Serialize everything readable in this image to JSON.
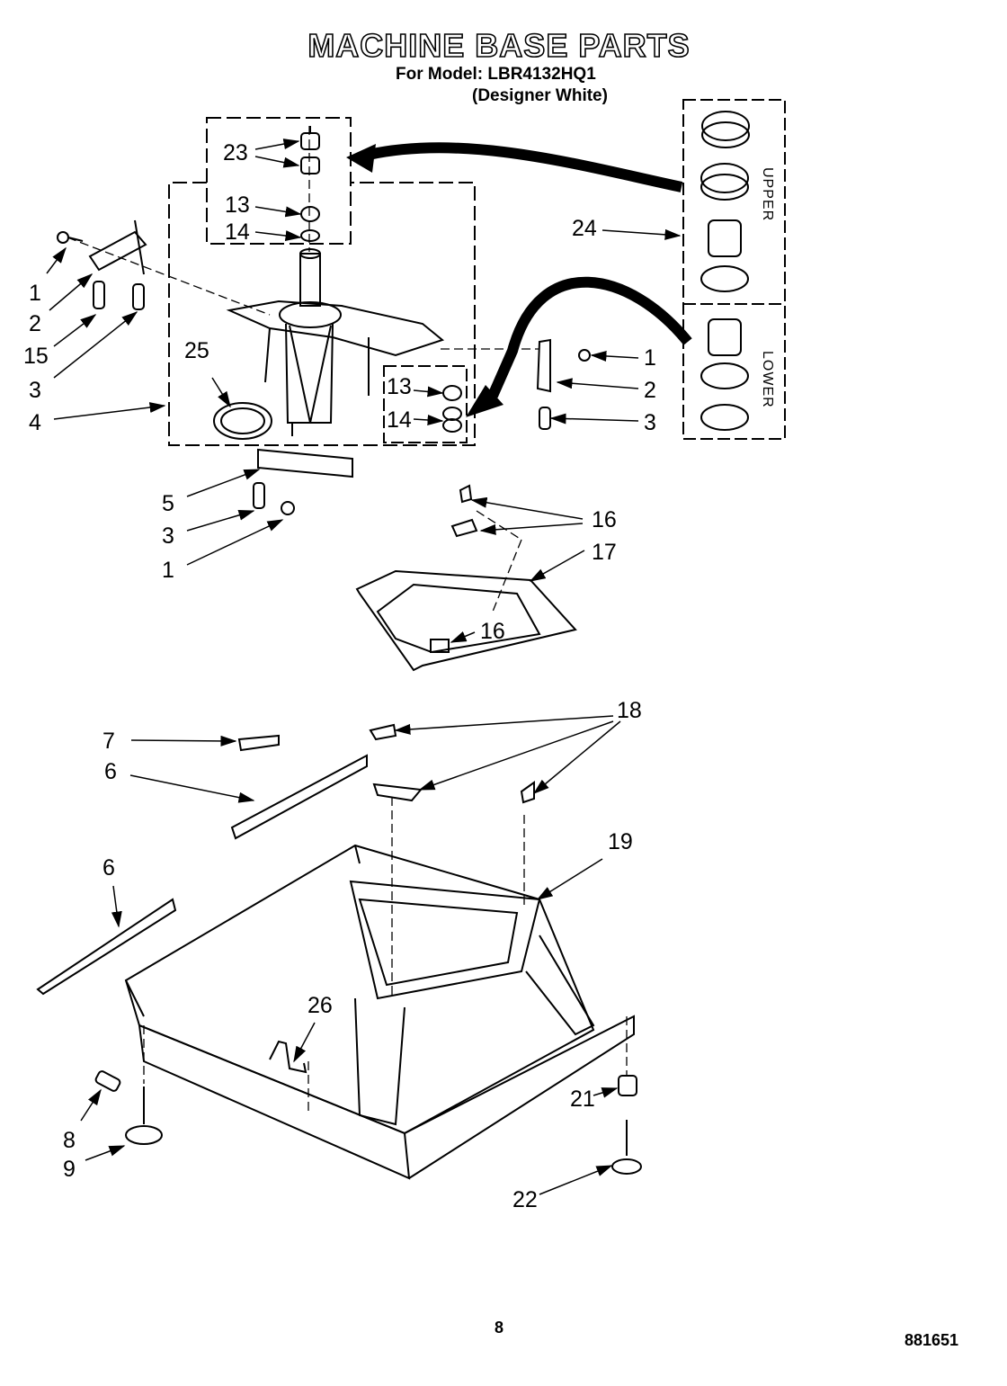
{
  "header": {
    "title": "MACHINE BASE PARTS",
    "model_line": "For Model: LBR4132HQ1",
    "variant_line": "(Designer White)"
  },
  "callouts": {
    "c23": "23",
    "c13a": "13",
    "c14a": "14",
    "c1a": "1",
    "c2a": "2",
    "c15": "15",
    "c3a": "3",
    "c4": "4",
    "c25": "25",
    "c13b": "13",
    "c14b": "14",
    "c1b": "1",
    "c2b": "2",
    "c3b": "3",
    "c24": "24",
    "c5": "5",
    "c3c": "3",
    "c1c": "1",
    "c16a": "16",
    "c17": "17",
    "c16b": "16",
    "c7": "7",
    "c18": "18",
    "c6a": "6",
    "c6b": "6",
    "c19": "19",
    "c26": "26",
    "c21": "21",
    "c8": "8",
    "c9": "9",
    "c22": "22"
  },
  "kit_labels": {
    "upper": "UPPER",
    "lower": "LOWER"
  },
  "footer": {
    "page_number": "8",
    "doc_number": "881651"
  }
}
